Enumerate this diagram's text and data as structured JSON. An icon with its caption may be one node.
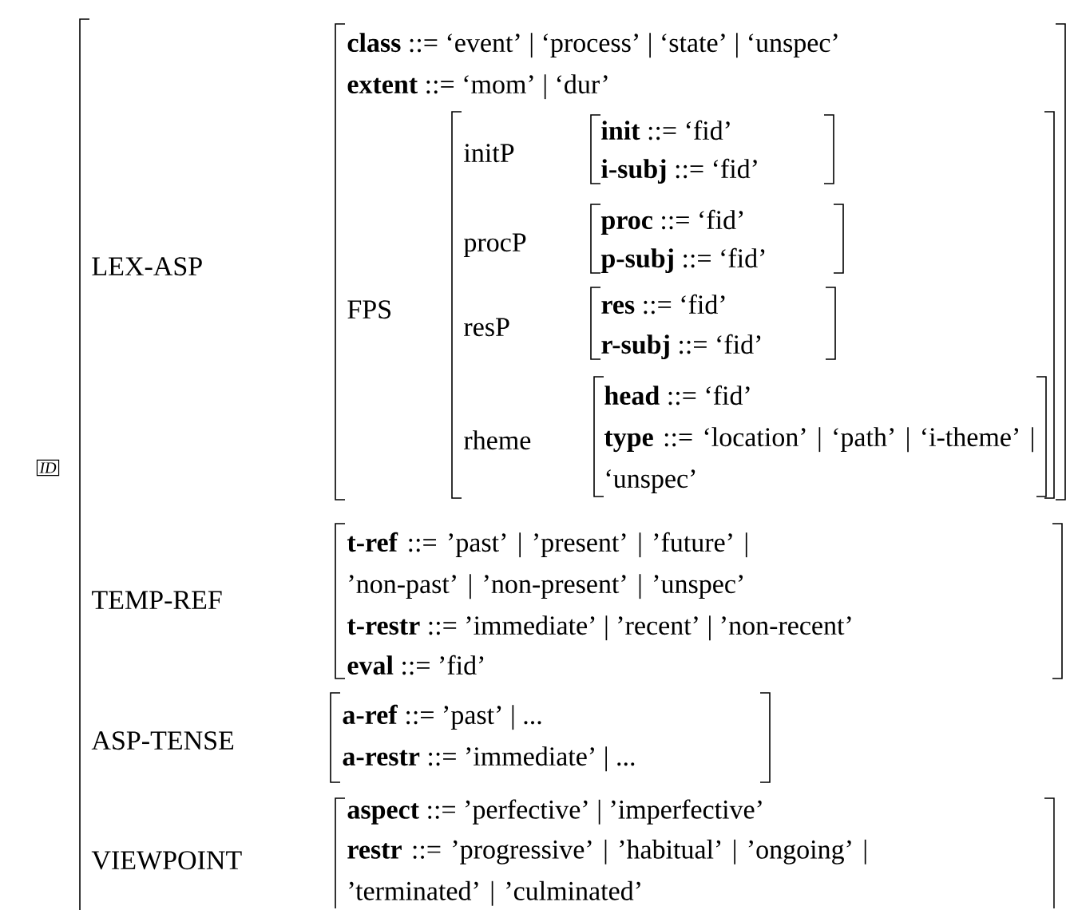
{
  "diagram": {
    "nodes": [
      {
        "text": [
          "ID"
        ]
      },
      {
        "text": [
          "LEX-ASP",
          "TEMP-REF",
          "ASP-TENSE",
          "VIEWPOINT"
        ]
      },
      {
        "text": [
          "**class** ::= ‘event’ | ‘process’ | ‘state’ | ‘unspec’",
          "**extent** ::= ‘mom’ | ‘dur’",
          "FPS"
        ],
        "in": 1
      },
      {
        "text": [
          "initP",
          "procP",
          "resP",
          "rheme"
        ],
        "in": 2
      },
      {
        "text": [
          "**init** ::= ‘fid’",
          "**i-subj** ::= ‘fid’"
        ],
        "in": 3
      },
      {
        "text": [
          "**proc** ::= ‘fid’",
          "**p-subj** ::= ‘fid’"
        ],
        "in": 3
      },
      {
        "text": [
          "**res** ::= ‘fid’",
          "**r-subj** ::= ‘fid’"
        ],
        "in": 3
      },
      {
        "text": [
          "**head** ::= ‘fid’",
          "**type** ::= ‘location’ | ‘path’ | ‘i-theme’ | ‘unspec’"
        ],
        "in": 3
      },
      {
        "text": [
          "**t-ref** ::= ’past’ | ’present’ | ’future’ | ’non-past’ | ’non-present’ | ’unspec’",
          "**t-restr** ::= ’immediate’ | ’recent’ | ’non-recent’",
          "**eval** ::= ’fid’"
        ],
        "in": 1
      },
      {
        "text": [
          "**a-ref** ::= ’past’ | ...",
          "**a-restr** ::= ’immediate’ | ..."
        ],
        "in": 1
      },
      {
        "text": [
          "**aspect** ::= ’perfective’ | ’imperfective’",
          "**restr** ::= ’progressive’ | ’habitual’ | ’ongoing’ | ’terminated’ | ’culminated’"
        ],
        "in": 1
      }
    ]
  }
}
